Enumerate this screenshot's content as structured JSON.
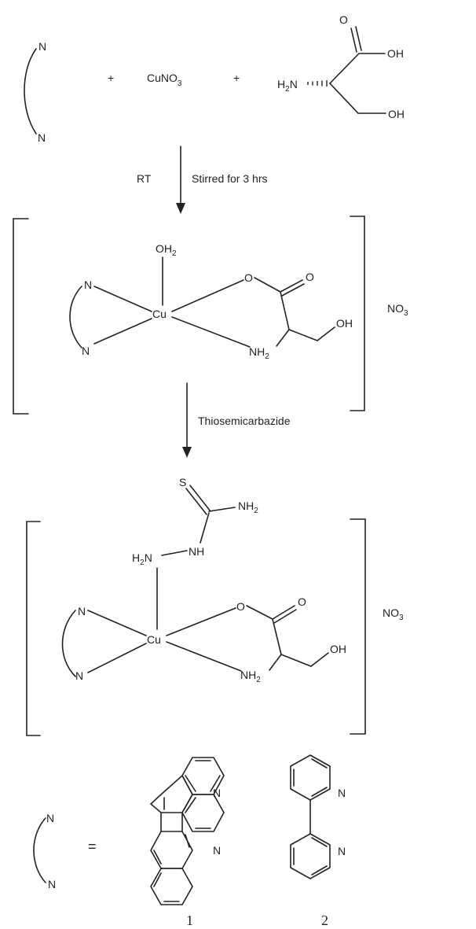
{
  "reactants": {
    "ligand_n": "N",
    "plus": "+",
    "copper_salt": "CuNO",
    "copper_salt_sub": "3",
    "serine": {
      "amine": "H",
      "amine_sub": "2",
      "amine_n": "N",
      "carbonyl_o": "O",
      "acid_oh": "OH",
      "side_oh": "OH"
    }
  },
  "step1": {
    "left": "RT",
    "right": "Stirred for 3 hrs"
  },
  "complex1": {
    "aqua": "OH",
    "aqua_sub": "2",
    "metal": "Cu",
    "n": "N",
    "o": "O",
    "amine": "NH",
    "amine_sub": "2",
    "oh": "OH",
    "counterion": "NO",
    "counterion_sub": "3"
  },
  "step2": {
    "label": "Thiosemicarbazide"
  },
  "complex2": {
    "s": "S",
    "nh2_thio": "NH",
    "nh2_thio_sub": "2",
    "hyd_h": "H",
    "hyd_h_sub": "2",
    "hyd_n": "N",
    "nh": "NH",
    "metal": "Cu",
    "n": "N",
    "o": "O",
    "amine": "NH",
    "amine_sub": "2",
    "oh": "OH",
    "counterion": "NO",
    "counterion_sub": "3"
  },
  "legend": {
    "n": "N",
    "equals": "=",
    "phen_n": "N",
    "bipy_n": "N",
    "label1": "1",
    "label2": "2"
  }
}
